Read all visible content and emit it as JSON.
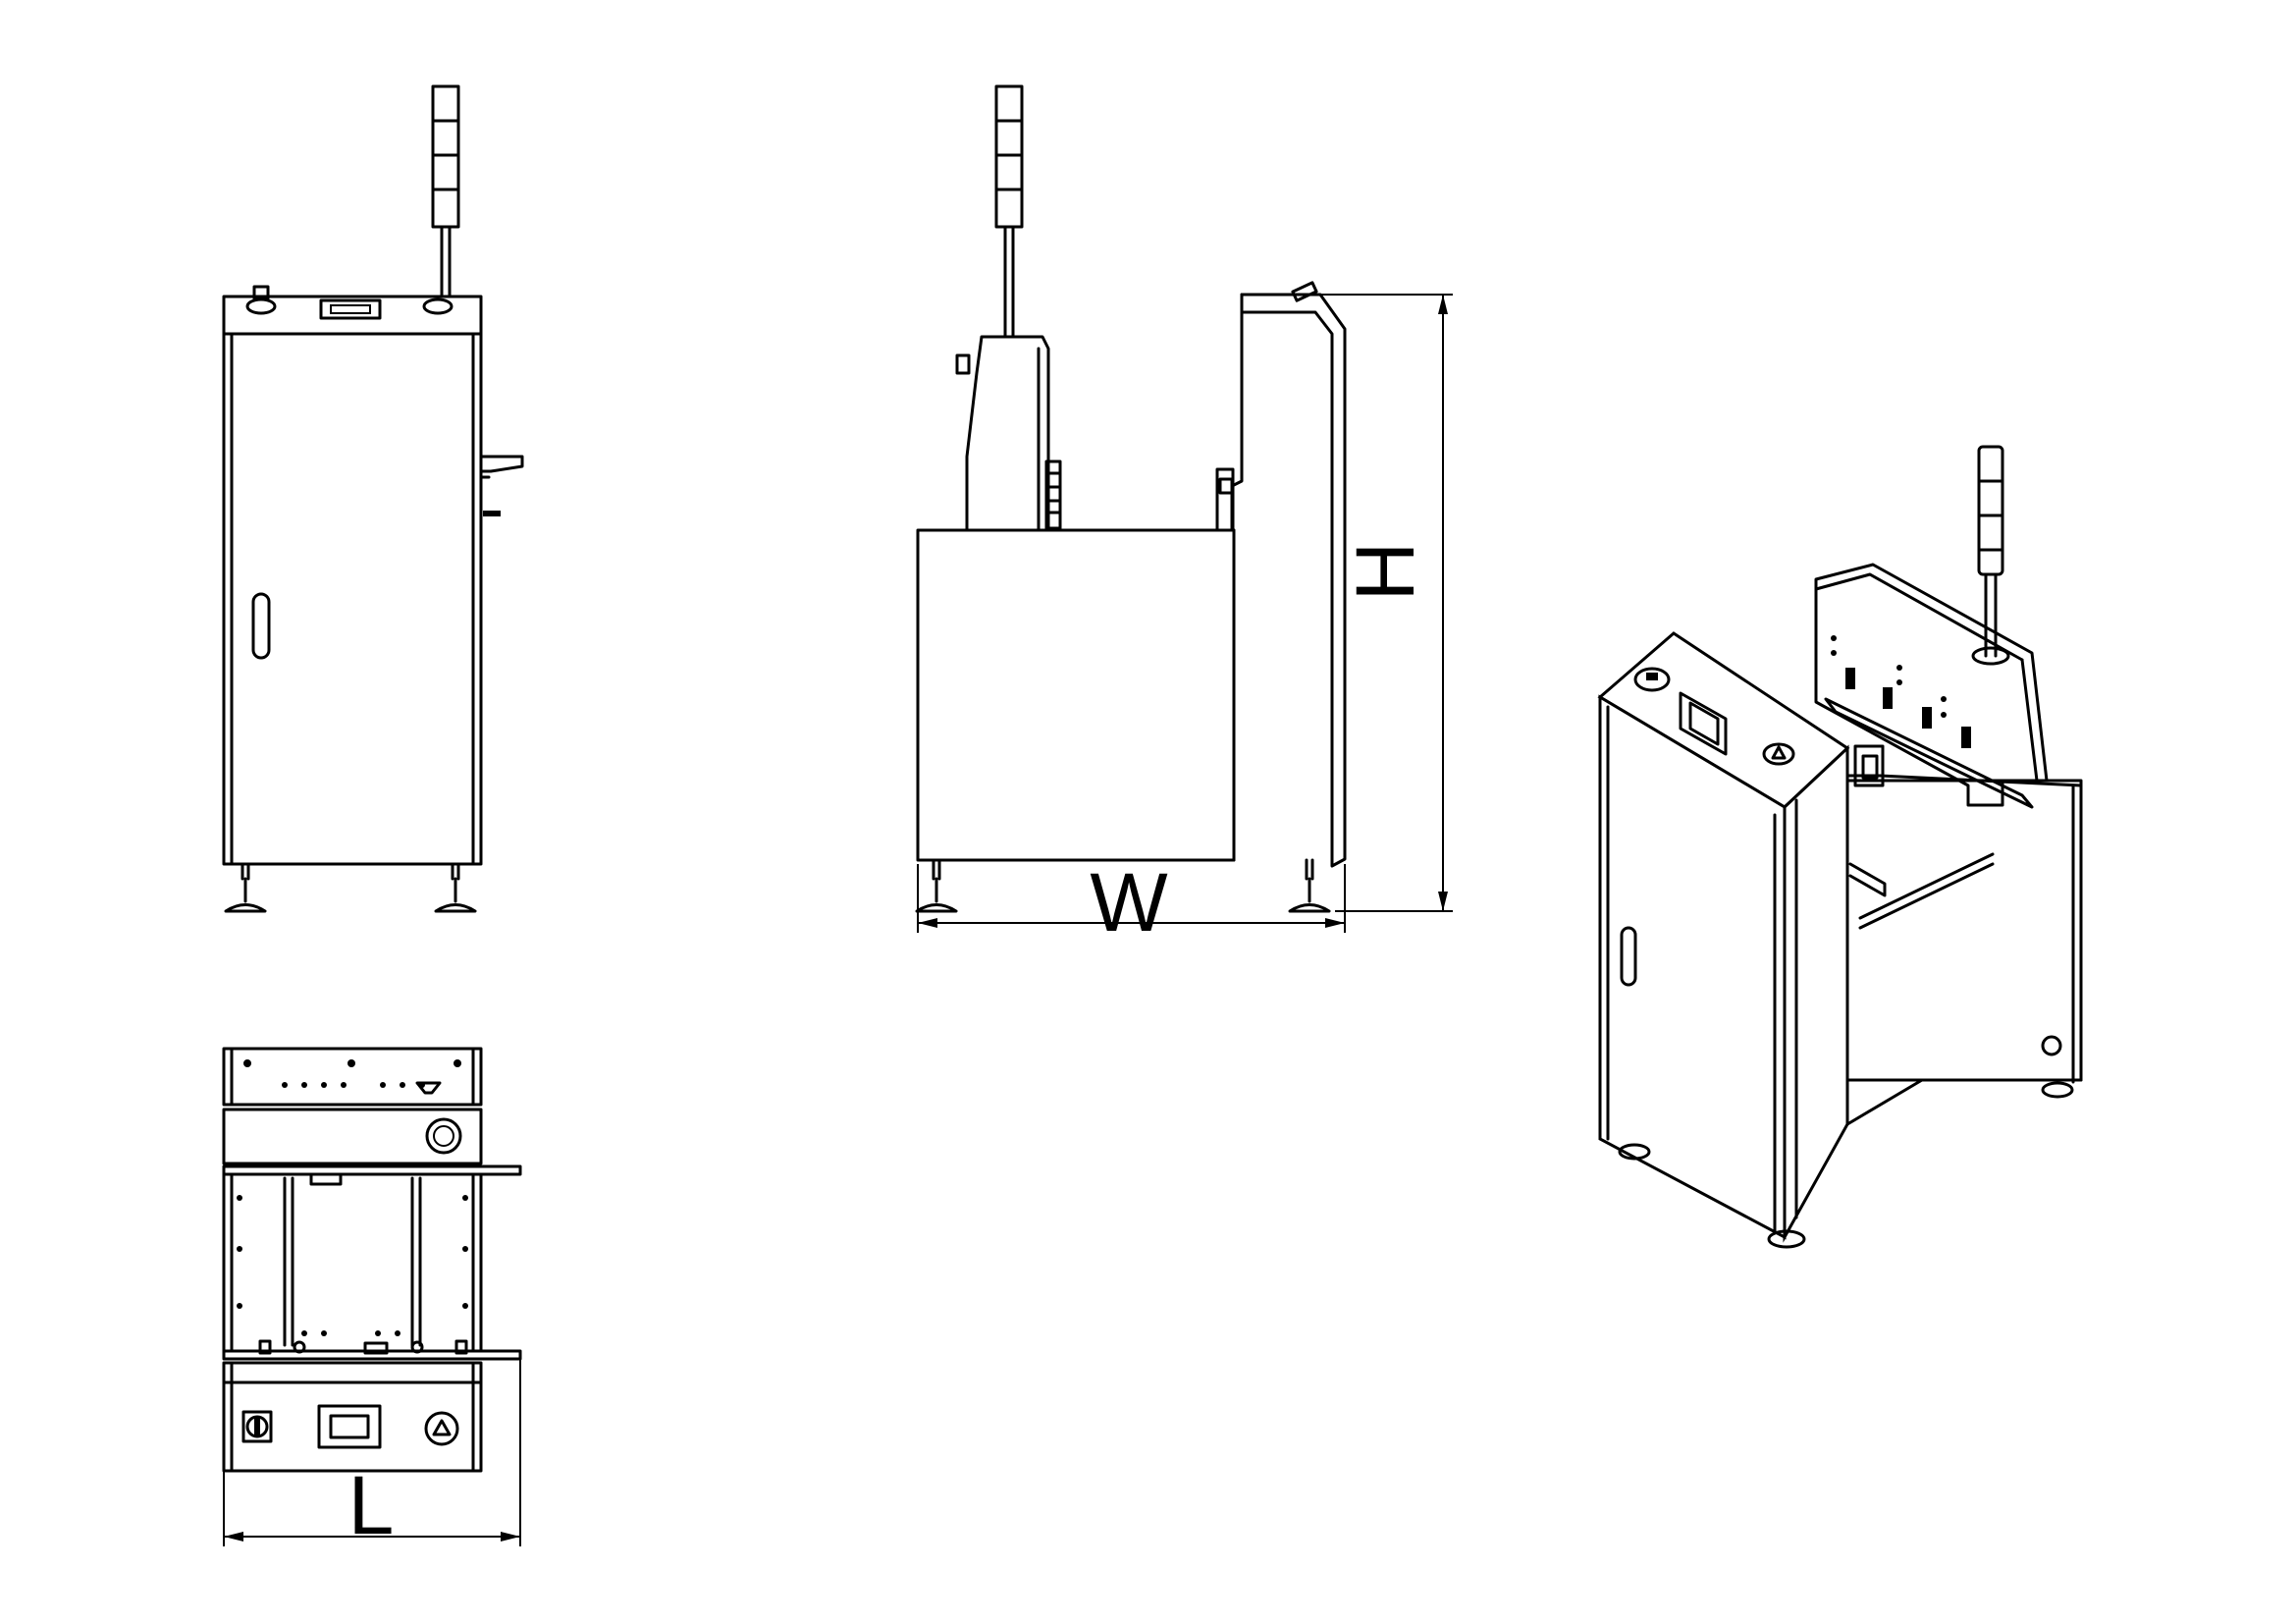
{
  "drawing": {
    "dimensions": {
      "length_label": "L",
      "width_label": "W",
      "height_label": "H"
    },
    "views": [
      "side-view",
      "front-view",
      "top-view",
      "isometric-view"
    ]
  }
}
